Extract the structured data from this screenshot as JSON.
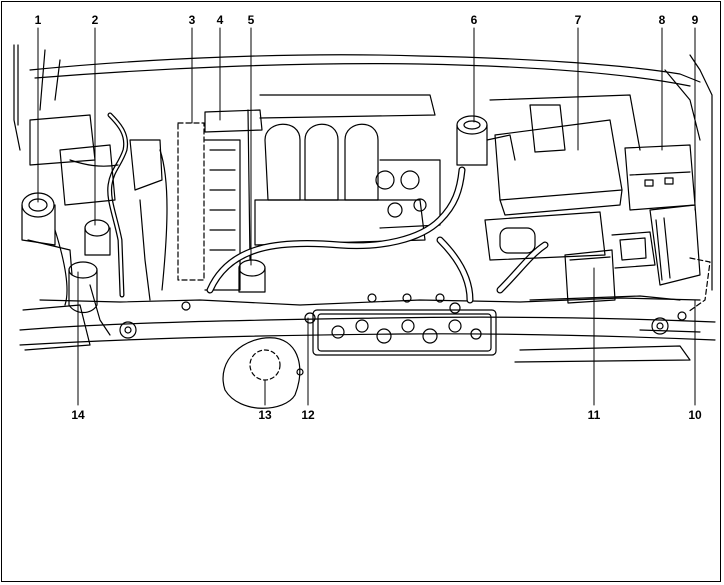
{
  "callouts": {
    "top": [
      "1",
      "2",
      "3",
      "4",
      "5",
      "6",
      "7",
      "8",
      "9"
    ],
    "bottom": [
      "14",
      "13",
      "12",
      "11",
      "10"
    ]
  },
  "colors": {
    "line": "#000000",
    "background": "#ffffff"
  }
}
